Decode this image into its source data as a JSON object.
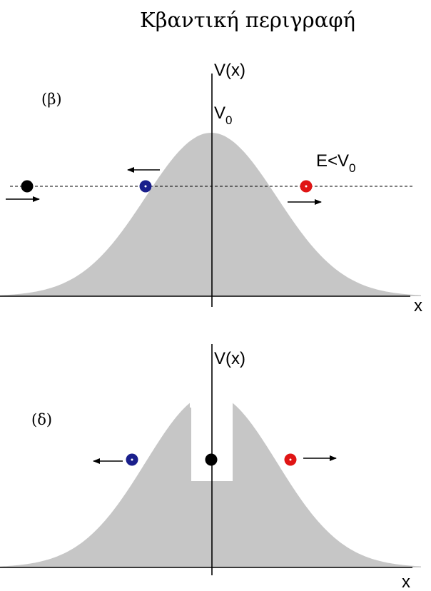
{
  "title": "Κβαντική περιγραφή",
  "colors": {
    "barrier": "#c6c6c6",
    "axis": "#000000",
    "particle_black": "#000000",
    "particle_blue": "#1a1f8c",
    "particle_red": "#e01515"
  },
  "panels": [
    {
      "label": "(β)",
      "y_axis_label": "V(x)",
      "x_axis_label": "x",
      "peak_label": "V",
      "peak_label_sub": "0",
      "energy_label": "E<V",
      "energy_label_sub": "0",
      "particles": [
        "black",
        "blue",
        "red"
      ]
    },
    {
      "label": "(δ)",
      "y_axis_label": "V(x)",
      "x_axis_label": "x",
      "particles": [
        "blue",
        "black",
        "red"
      ]
    }
  ]
}
